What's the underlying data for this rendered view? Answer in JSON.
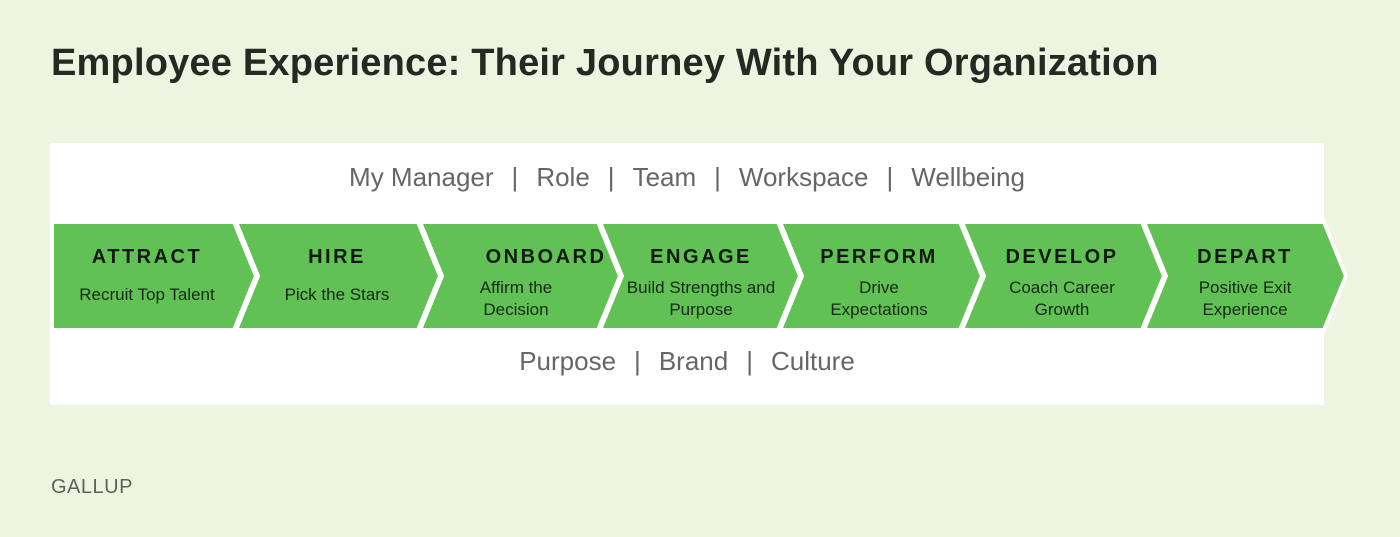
{
  "title": "Employee Experience: Their Journey With Your Organization",
  "top_factors": [
    "My Manager",
    "Role",
    "Team",
    "Workspace",
    "Wellbeing"
  ],
  "bottom_factors": [
    "Purpose",
    "Brand",
    "Culture"
  ],
  "separator": "|",
  "stages": [
    {
      "name": "ATTRACT",
      "desc": "Recruit Top Talent"
    },
    {
      "name": "HIRE",
      "desc": "Pick the Stars"
    },
    {
      "name": "ONBOARD",
      "desc": "Affirm the Decision"
    },
    {
      "name": "ENGAGE",
      "desc": "Build Strengths and Purpose"
    },
    {
      "name": "PERFORM",
      "desc": "Drive Expectations"
    },
    {
      "name": "DEVELOP",
      "desc": "Coach Career Growth"
    },
    {
      "name": "DEPART",
      "desc": "Positive Exit Experience"
    }
  ],
  "colors": {
    "arrow": "#62c155",
    "background": "#edf5e1",
    "panel": "#ffffff"
  },
  "footer": "GALLUP"
}
